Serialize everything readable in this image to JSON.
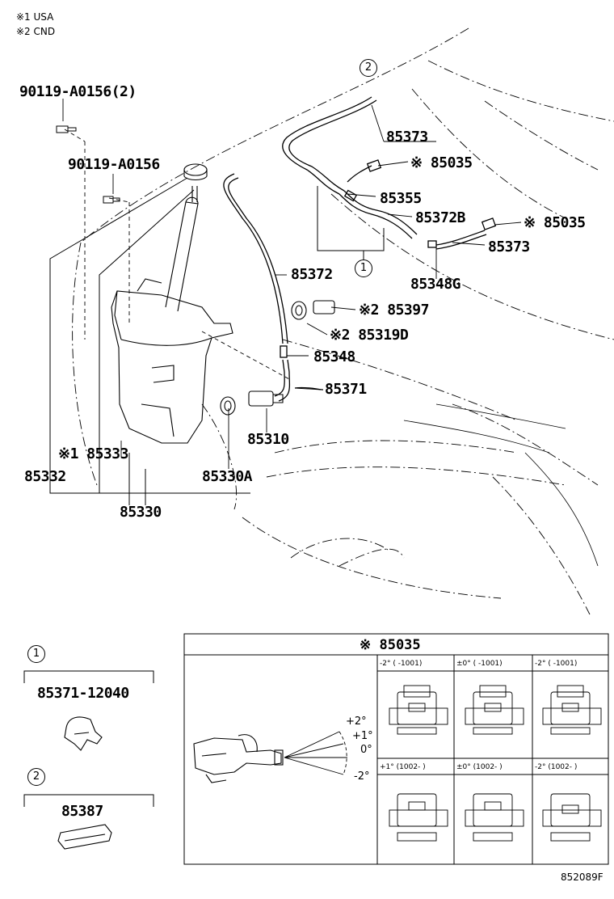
{
  "notes": {
    "note1": "※1 USA",
    "note2": "※2 CND"
  },
  "callouts": {
    "bolt1": "90119-A0156(2)",
    "bolt2": "90119-A0156",
    "p85373a": "85373",
    "p85035a": "※ 85035",
    "p85355": "85355",
    "p85372b": "85372B",
    "p85035b": "※ 85035",
    "p85373b": "85373",
    "p85372": "85372",
    "p85348g": "85348G",
    "p85397": "※2 85397",
    "p85319d": "※2 85319D",
    "p85348": "85348",
    "p85371": "85371",
    "p85310": "85310",
    "p85333": "※1 85333",
    "p85332": "85332",
    "p85330a": "85330A",
    "p85330": "85330"
  },
  "circle_refs": {
    "c1": "1",
    "c2": "2"
  },
  "detail_1": {
    "marker": "1",
    "part": "85371-12040"
  },
  "detail_2": {
    "marker": "2",
    "part": "85387"
  },
  "table_85035": {
    "title": "※ 85035",
    "angle_labels": [
      "+2°",
      "+1°",
      "0°",
      "-2°"
    ],
    "cells": [
      "-2° (      -1001)",
      "±0° (      -1001)",
      "-2° (      -1001)",
      "+1° (1002-      )",
      "±0° (1002-      )",
      "-2° (1002-      )"
    ]
  },
  "catalog_code": "852089F"
}
